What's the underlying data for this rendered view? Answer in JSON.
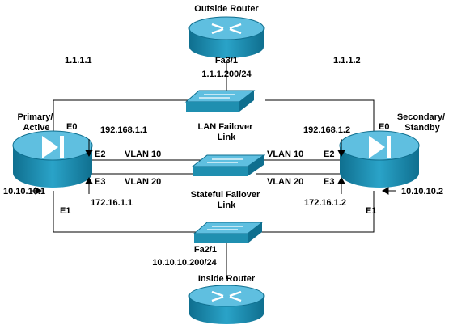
{
  "devices": {
    "outside_router": "Outside Router",
    "inside_router": "Inside Router",
    "primary_firewall": "Primary/\nActive",
    "secondary_firewall": "Secondary/\nStandby"
  },
  "links": {
    "lan_failover": "LAN Failover\nLink",
    "stateful_failover": "Stateful Failover\nLink"
  },
  "addresses": {
    "outside_primary": "1.1.1.1",
    "outside_secondary": "1.1.1.2",
    "outside_router_if": "Fa3/1",
    "outside_router_ip": "1.1.1.200/24",
    "lan_primary": "192.168.1.1",
    "lan_secondary": "192.168.1.2",
    "stateful_primary": "172.16.1.1",
    "stateful_secondary": "172.16.1.2",
    "inside_primary": "10.10.10.1",
    "inside_secondary": "10.10.10.2",
    "inside_router_if": "Fa2/1",
    "inside_router_ip": "10.10.10.200/24"
  },
  "interfaces": {
    "e0": "E0",
    "e1": "E1",
    "e2": "E2",
    "e3": "E3"
  },
  "vlans": {
    "vlan10": "VLAN 10",
    "vlan20": "VLAN 20"
  },
  "colors": {
    "device_fill": "#1f8fb0",
    "device_top": "#5fbfe0",
    "switch_fill": "#1f8fb0"
  }
}
